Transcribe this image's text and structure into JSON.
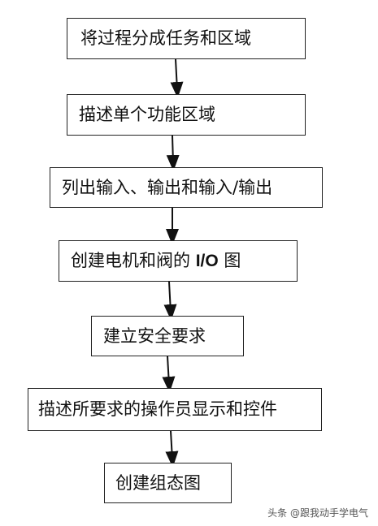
{
  "flowchart": {
    "steps": [
      {
        "text": "将过程分成任务和区域"
      },
      {
        "text": "描述单个功能区域"
      },
      {
        "text": "列出输入、输出和输入/输出"
      },
      {
        "text_before": "创建电机和阀的 ",
        "text_io": "I/O",
        "text_after": " 图"
      },
      {
        "text": "建立安全要求"
      },
      {
        "text": "描述所要求的操作员显示和控件"
      },
      {
        "text": "创建组态图"
      }
    ]
  },
  "watermark": {
    "text": "头条 @跟我动手学电气"
  },
  "colors": {
    "border": "#222222",
    "arrow": "#111111",
    "text": "#111111"
  }
}
